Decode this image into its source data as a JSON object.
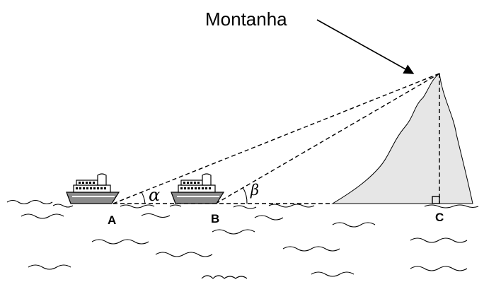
{
  "labels": {
    "mountain": "Montanha",
    "point_a": "A",
    "point_b": "B",
    "point_c": "C",
    "angle_alpha": "α",
    "angle_beta": "β"
  },
  "icons": {
    "boat": "ship-icon",
    "mountain": "mountain-shape",
    "right_angle": "right-angle-marker"
  },
  "colors": {
    "mountain_fill": "#e6e6e6",
    "ship_hull": "#8a8a8a",
    "ink": "#000000"
  }
}
